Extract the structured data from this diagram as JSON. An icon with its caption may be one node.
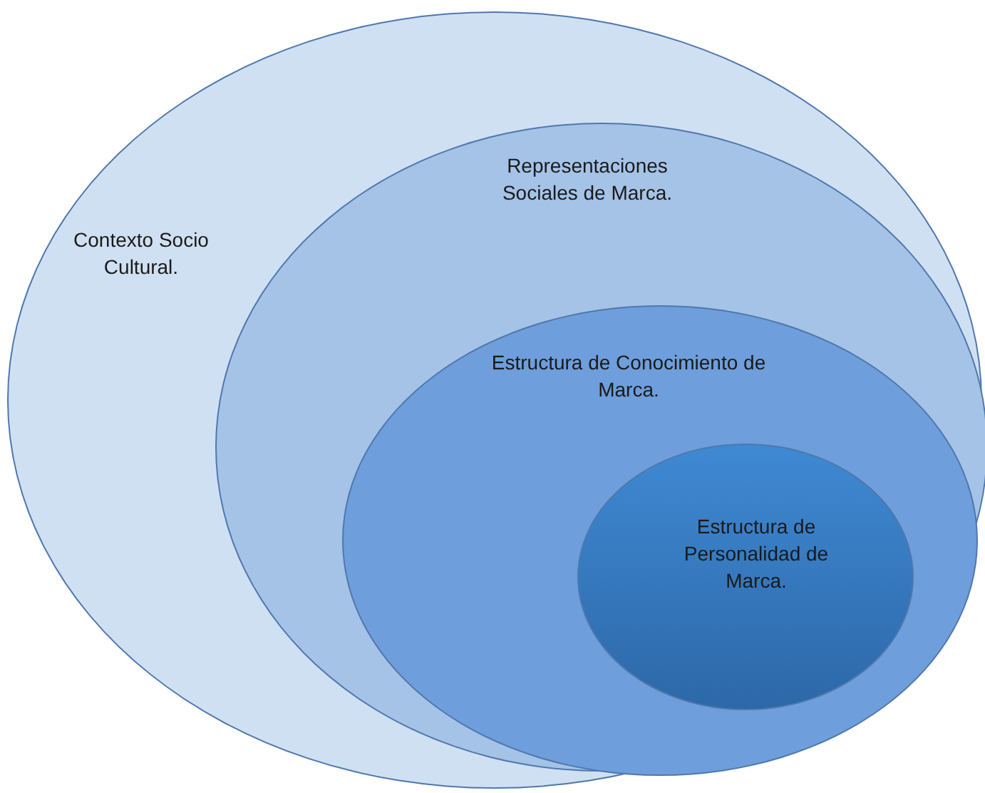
{
  "diagram": {
    "nodes": [
      {
        "text": [
          "Contexto Socio Cultural."
        ]
      },
      {
        "text": [
          "Representaciones Sociales de Marca."
        ],
        "in": 0
      },
      {
        "text": [
          "Estructura de Conocimiento de Marca."
        ],
        "in": 1
      },
      {
        "text": [
          "Estructura de Personalidad de Marca."
        ],
        "in": 2
      }
    ]
  }
}
